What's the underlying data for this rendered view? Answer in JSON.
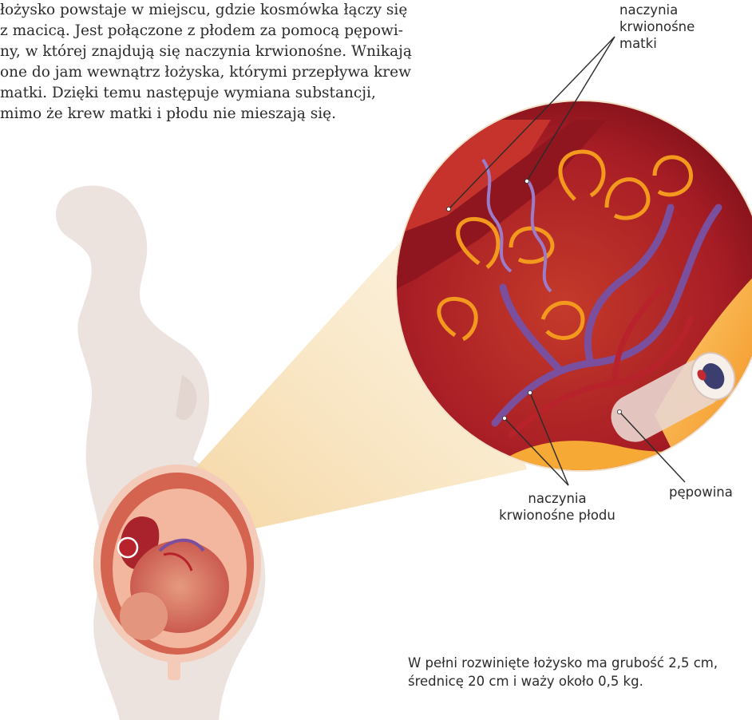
{
  "intro_lines": [
    "łożysko powstaje w miejscu, gdzie kosmówka łączy się",
    "z macicą. Jest połączone z płodem za pomocą pępowi-",
    "ny, w której znajdują się naczynia krwionośne. Wnikają",
    "one do jam wewnątrz łożyska, którymi przepływa krew",
    "matki. Dzięki temu następuje wymiana substancji,",
    "mimo że krew matki i płodu nie mieszają się."
  ],
  "labels": {
    "maternal_vessels": [
      "naczynia",
      "krwionośne",
      "matki"
    ],
    "fetal_vessels": [
      "naczynia",
      "krwionośne płodu"
    ],
    "umbilical_cord": "pępowina"
  },
  "caption_lines": [
    "W pełni rozwinięte łożysko ma grubość 2,5 cm,",
    "średnicę 20 cm i waży około 0,5 kg."
  ],
  "colors": {
    "silhouette": "#ece2de",
    "beam": "#f7deb0",
    "blood_red": "#b8222a",
    "dark_red": "#7e1019",
    "orange": "#f39a1e",
    "vein_purple": "#7a4f9e",
    "line": "#2b2b2b"
  }
}
